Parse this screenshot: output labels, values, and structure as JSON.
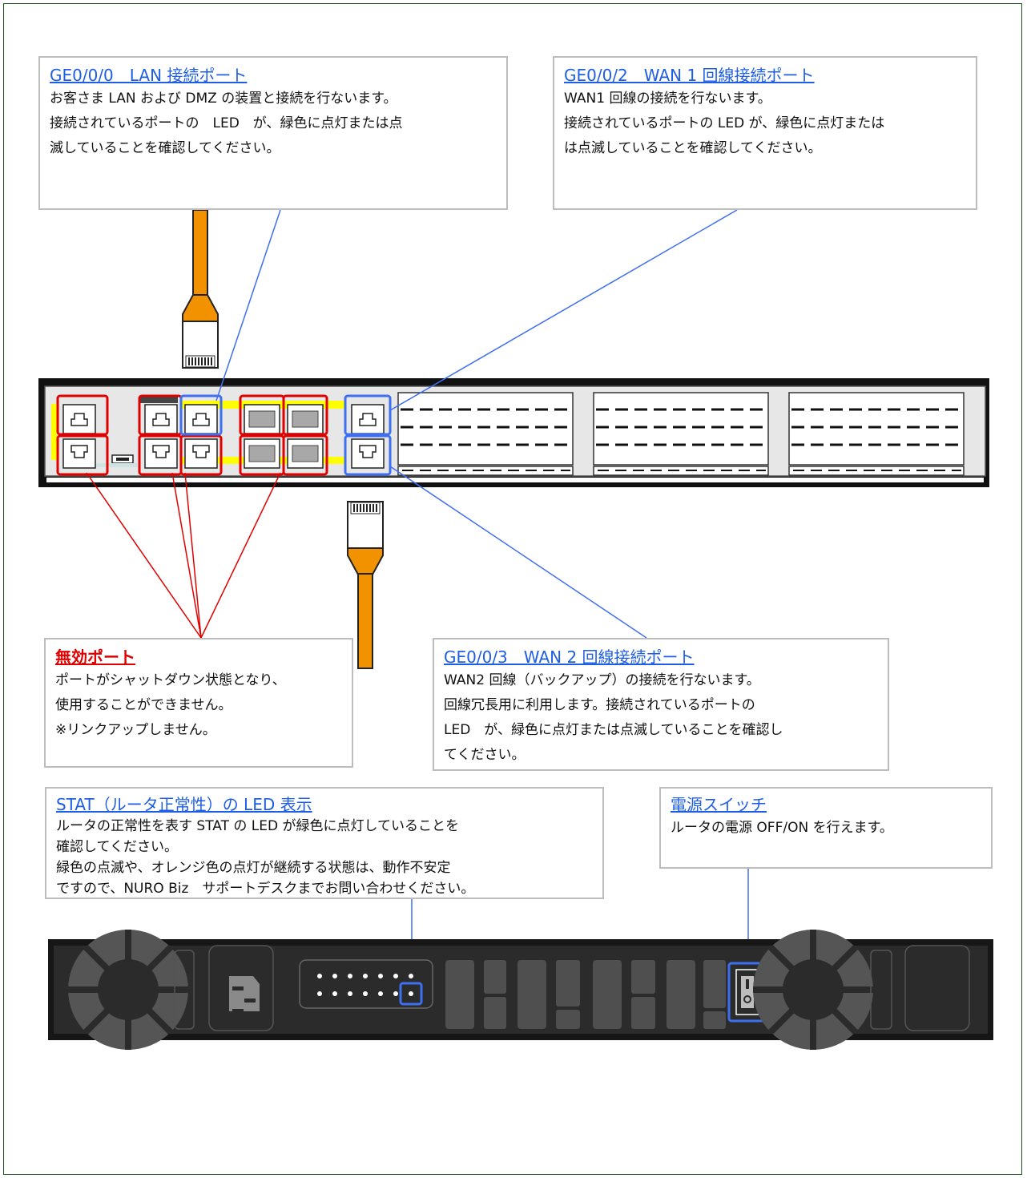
{
  "callouts": {
    "lan_port": {
      "title": "GE0/0/0　LAN 接続ポート",
      "lines": [
        "お客さま LAN および DMZ の装置と接続を行ないます。",
        "接続されているポートの　LED　が、緑色に点灯または点",
        "滅していることを確認してください。"
      ]
    },
    "wan1_port": {
      "title": "GE0/0/2　WAN 1 回線接続ポート",
      "lines": [
        "WAN1 回線の接続を行ないます。",
        "接続されているポートの LED が、緑色に点灯または",
        "は点滅していることを確認してください。"
      ]
    },
    "disabled_port": {
      "title": "無効ポート",
      "lines": [
        "ポートがシャットダウン状態となり、",
        "使用することができません。",
        "※リンクアップしません。"
      ]
    },
    "wan2_port": {
      "title": "GE0/0/3　WAN 2 回線接続ポート",
      "lines": [
        "WAN2 回線（バックアップ）の接続を行ないます。",
        "回線冗長用に利用します。接続されているポートの",
        "LED　が、緑色に点灯または点滅していることを確認し",
        "てください。"
      ]
    },
    "stat_led": {
      "title": "STAT（ルータ正常性）の LED 表示",
      "lines": [
        "ルータの正常性を表す STAT の LED が緑色に点灯していることを",
        "確認してください。",
        "緑色の点滅や、オレンジ色の点灯が継続する状態は、動作不安定",
        "ですので、NURO Biz　サポートデスクまでお問い合わせください。"
      ]
    },
    "power_switch": {
      "title": "電源スイッチ",
      "lines": [
        "ルータの電源 OFF/ON を行えます。"
      ]
    }
  },
  "colors": {
    "cable": "#f39200",
    "leader_blue": "#3d6ff0",
    "leader_red": "#e00000",
    "rear_panel": "#2b2b2b",
    "port_highlight_yellow": "#ffff00"
  },
  "icons": [
    "rj45-plug-icon",
    "ethernet-port-icon",
    "usb-port-icon",
    "fan-icon",
    "power-inlet-icon",
    "power-switch-icon",
    "led-indicator-icon"
  ]
}
